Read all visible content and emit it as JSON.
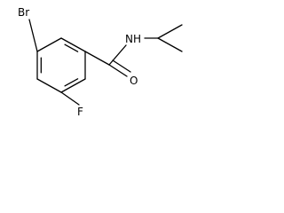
{
  "molecule": {
    "atoms": {
      "bromine": "Br",
      "fluorine": "F",
      "nitrogen_h": "NH",
      "oxygen": "O"
    }
  }
}
